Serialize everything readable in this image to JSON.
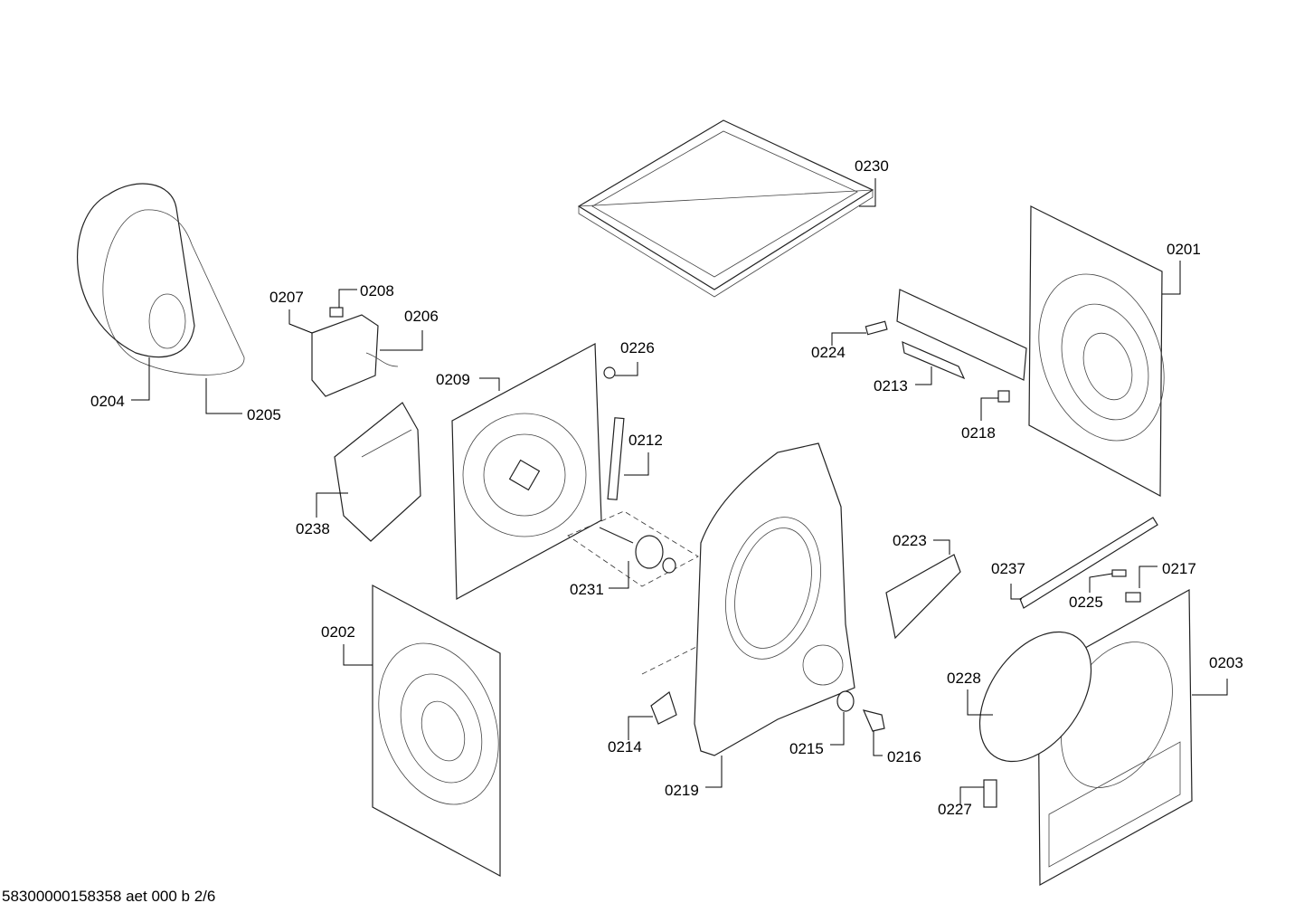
{
  "footer": "58300000158358 aet 000 b 2/6",
  "callouts": [
    "0201",
    "0202",
    "0203",
    "0204",
    "0205",
    "0206",
    "0207",
    "0208",
    "0209",
    "0212",
    "0213",
    "0214",
    "0215",
    "0216",
    "0217",
    "0218",
    "0219",
    "0223",
    "0224",
    "0225",
    "0226",
    "0227",
    "0228",
    "0230",
    "0231",
    "0237",
    "0238"
  ]
}
